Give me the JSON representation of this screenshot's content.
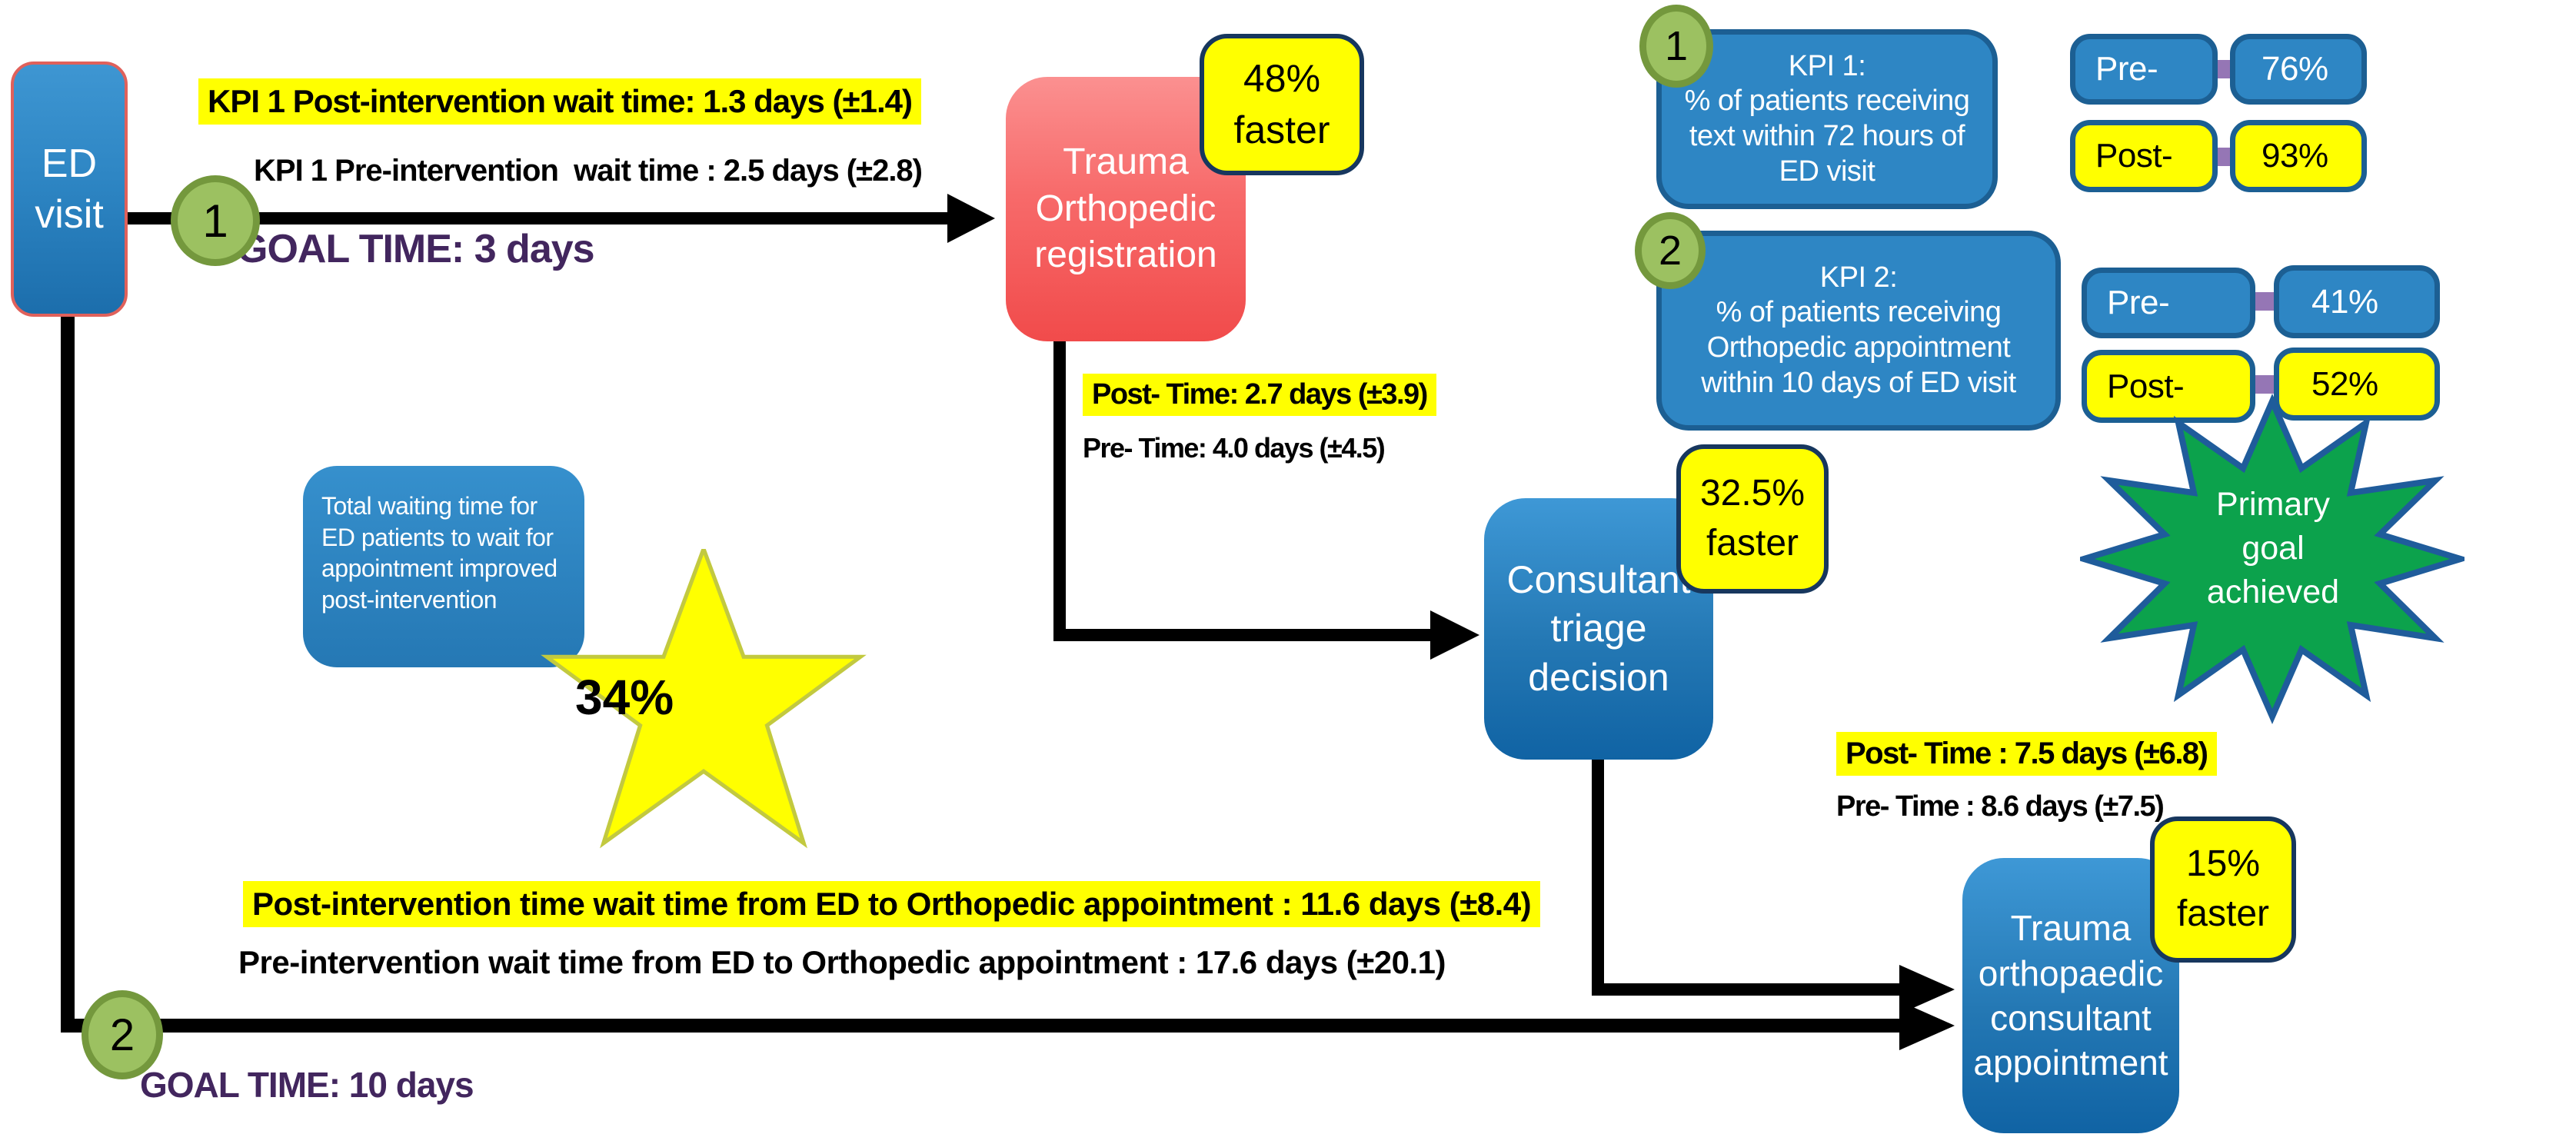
{
  "colors": {
    "node_blue": "#2E86C4",
    "node_red": "#F76A6A",
    "highlight_yellow": "#FFFF00",
    "badge_border_navy": "#17375E",
    "marker_green": "#9CC161",
    "marker_green_border": "#74983D",
    "goal_purple": "#42265E",
    "connector_purple": "#9576B5",
    "starburst_green": "#0CA24C",
    "starburst_border": "#1F5C9B",
    "ed_border_red": "#E0615B",
    "box_border_blue": "#1C5F93",
    "star_yellow_border": "#C2C93F"
  },
  "nodes": {
    "ed_visit": "ED visit",
    "trauma_registration": "Trauma Orthopedic registration",
    "consultant_triage": "Consultant triage decision",
    "trauma_consultant_appointment": "Trauma orthopaedic consultant appointment"
  },
  "badges": {
    "registration": "48% faster",
    "triage": "32.5% faster",
    "appointment": "15% faster"
  },
  "stage1": {
    "marker": "1",
    "post_label": "KPI 1 Post-intervention wait time: 1.3 days (±1.4)",
    "pre_label": "KPI 1 Pre-intervention  wait time : 2.5 days (±2.8)",
    "goal_label": "GOAL TIME: 3 days"
  },
  "stage2": {
    "post_label": "Post- Time: 2.7 days (±3.9)",
    "pre_label": "Pre- Time: 4.0 days (±4.5)"
  },
  "stage3": {
    "post_label": "Post- Time : 7.5 days (±6.8)",
    "pre_label": "Pre- Time : 8.6 days (±7.5)"
  },
  "overall": {
    "marker": "2",
    "post_label": "Post-intervention time wait time from ED to Orthopedic appointment : 11.6 days (±8.4)",
    "pre_label": "Pre-intervention wait time from ED to Orthopedic appointment : 17.6 days (±20.1)",
    "goal_label": "GOAL TIME: 10 days",
    "note": "Total waiting time for ED patients to wait for appointment improved post-intervention",
    "improvement": "34%"
  },
  "kpi_panel": {
    "kpi1": {
      "marker": "1",
      "title": "KPI 1:",
      "description": "% of patients receiving text within 72 hours of ED visit",
      "pre_label": "Pre-",
      "pre_value": "76%",
      "post_label": "Post-",
      "post_value": "93%"
    },
    "kpi2": {
      "marker": "2",
      "title": "KPI 2:",
      "description": "% of patients receiving Orthopedic appointment within 10 days of ED visit",
      "pre_label": "Pre-",
      "pre_value": "41%",
      "post_label": "Post-",
      "post_value": "52%"
    },
    "primary_goal": "Primary goal achieved"
  }
}
